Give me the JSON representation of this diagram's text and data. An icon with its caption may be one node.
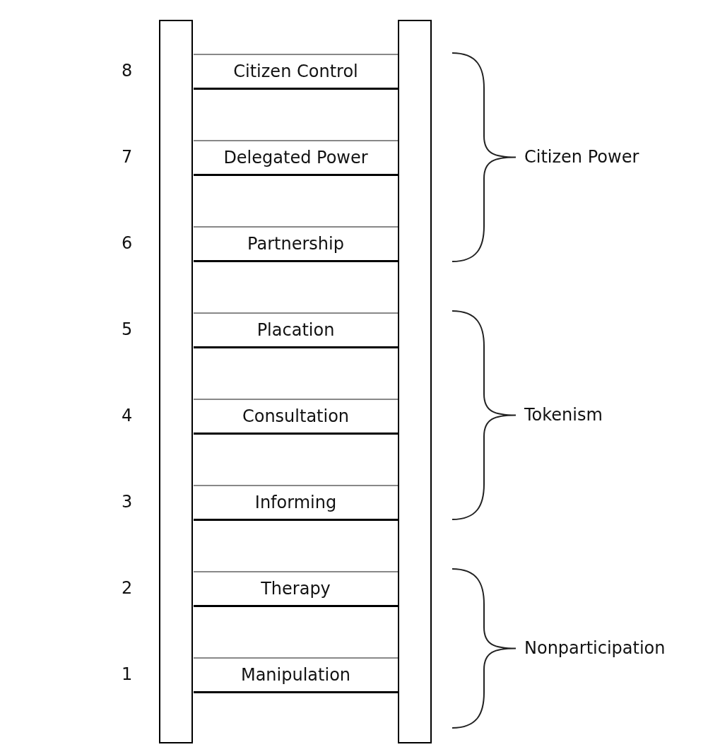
{
  "diagram": {
    "nodes": [
      {
        "text": [
          "Citizen Control"
        ]
      },
      {
        "text": [
          "Delegated Power"
        ]
      },
      {
        "text": [
          "Partnership"
        ]
      },
      {
        "text": [
          "Placation"
        ]
      },
      {
        "text": [
          "Consultation"
        ]
      },
      {
        "text": [
          "Informing"
        ]
      },
      {
        "text": [
          "Therapy"
        ]
      },
      {
        "text": [
          "Manipulation"
        ]
      },
      {
        "text": [],
        "shape": "bar"
      },
      {
        "text": [],
        "shape": "bar"
      }
    ],
    "labels": [
      "8",
      "7",
      "Citizen Power",
      "6",
      "5",
      "4",
      "Tokenism",
      "3",
      "2",
      "Nonparticipation",
      "1"
    ]
  }
}
